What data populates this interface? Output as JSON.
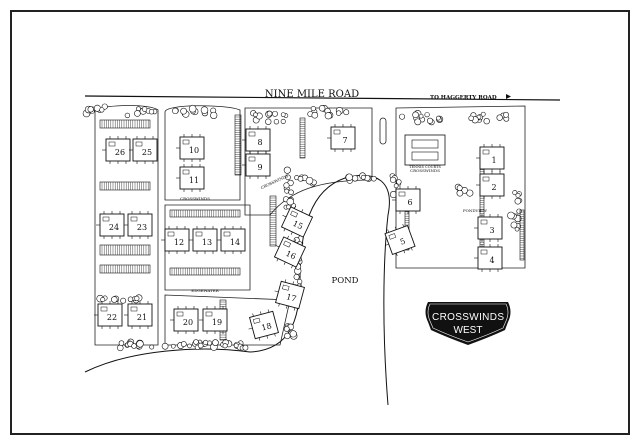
{
  "map": {
    "road_north": "NINE MILE ROAD",
    "direction_label": "TO HAGGERTY ROAD",
    "direction_icon": "arrow-right-icon",
    "water_label": "POND",
    "logo_line1": "CROSSWINDS",
    "logo_line2": "WEST",
    "amenity_tennis": "TENNIS COURTS",
    "streets": [
      "CROSSWINDS",
      "CROSSWINDS",
      "CROSSWINDS",
      "PONDVIEW",
      "EDGEWATER"
    ],
    "buildings": [
      "26",
      "25",
      "10",
      "11",
      "8",
      "9",
      "7",
      "1",
      "2",
      "6",
      "5",
      "3",
      "4",
      "24",
      "23",
      "12",
      "13",
      "14",
      "15",
      "16",
      "17",
      "18",
      "19",
      "20",
      "21",
      "22"
    ]
  }
}
